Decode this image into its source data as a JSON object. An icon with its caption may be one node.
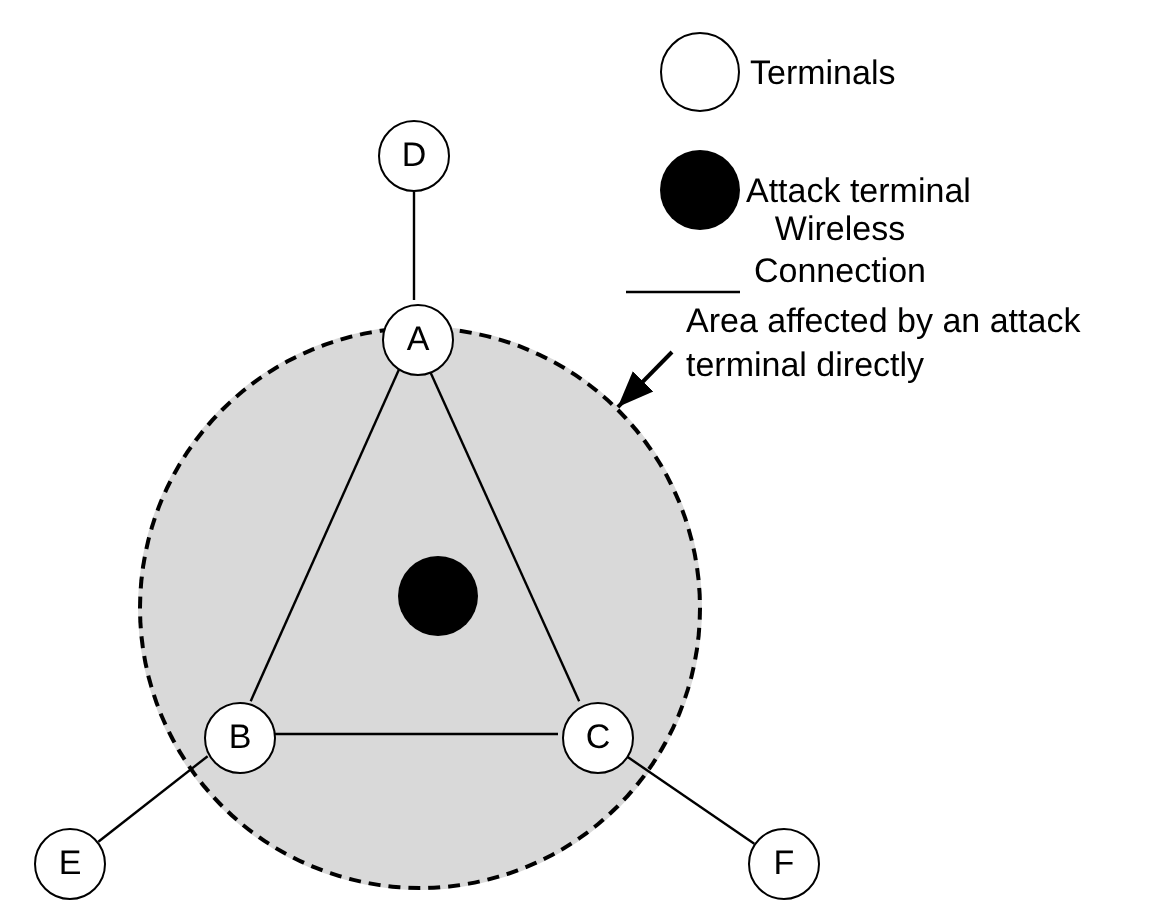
{
  "diagram": {
    "nodes": [
      {
        "text": [
          "D"
        ]
      },
      {
        "text": [],
        "shape": "circle"
      },
      {
        "text": [
          "A"
        ],
        "in": 1
      },
      {
        "text": [],
        "shape": "circle",
        "in": 1
      },
      {
        "text": [
          "B"
        ],
        "in": 1
      },
      {
        "text": [
          "C"
        ],
        "in": 1
      },
      {
        "text": [
          "E"
        ]
      },
      {
        "text": [
          "F"
        ]
      },
      {
        "text": [
          "Area affected by an attack terminal directly"
        ]
      }
    ],
    "edges": [
      {
        "from": 0,
        "to": 2,
        "arrow": "none"
      },
      {
        "from": 2,
        "to": 4,
        "arrow": "none"
      },
      {
        "from": 2,
        "to": 5,
        "arrow": "none"
      },
      {
        "from": 4,
        "to": 5,
        "arrow": "none"
      },
      {
        "from": 4,
        "to": 6,
        "arrow": "none"
      },
      {
        "from": 5,
        "to": 7,
        "arrow": "none"
      },
      {
        "from": 8,
        "to": 1,
        "arrow": "to"
      }
    ],
    "legend": [
      {
        "text": "Terminals"
      },
      {
        "text": "Attack terminal"
      },
      {
        "text": "Wireless Connection"
      }
    ]
  }
}
